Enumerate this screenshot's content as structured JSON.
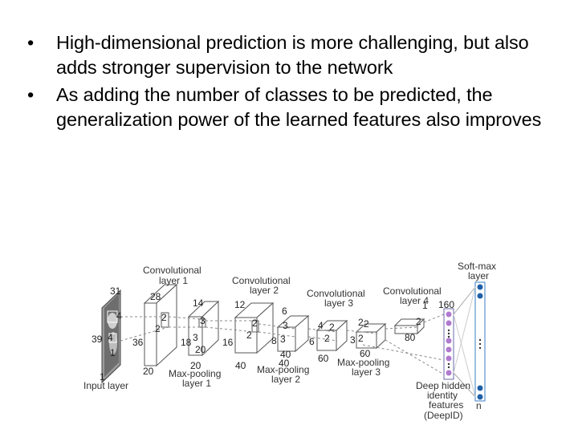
{
  "slide": {
    "bullet_glyph": "•",
    "bullets": [
      "High-dimensional prediction is more challenging, but also adds stronger supervision to the network",
      "As adding the number of classes to be predicted, the generalization power of the learned features also improves"
    ]
  },
  "diagram": {
    "labels": {
      "conv1": "Convolutional",
      "conv1b": "layer 1",
      "conv2": "Convolutional",
      "conv2b": "layer 2",
      "conv3": "Convolutional",
      "conv3b": "layer 3",
      "conv4": "Convolutional",
      "conv4b": "layer 4",
      "softmax": "Soft-max",
      "softmaxb": "layer",
      "mp1": "Max-pooling",
      "mp1b": "layer 1",
      "mp2": "Max-pooling",
      "mp2b": "layer 2",
      "mp3": "Max-pooling",
      "mp3b": "layer 3",
      "input": "Input layer",
      "deep1": "Deep hidden",
      "deep2": "identity",
      "deep3": "features",
      "deep4": "(DeepID)",
      "n": "n"
    },
    "numbers": {
      "in_top": "31",
      "in_left": "39",
      "in_4a": "4",
      "in_4b": "4",
      "in_1a": "1",
      "in_1b": "1",
      "c1_28": "28",
      "c1_36": "36",
      "c1_20": "20",
      "c1_2a": "2",
      "c1_2b": "2",
      "p1_14": "14",
      "p1_18": "18",
      "p1_20": "20",
      "p1_3a": "3",
      "p1_3b": "3",
      "p1_20b": "20",
      "c2_12": "12",
      "c2_16": "16",
      "c2_40": "40",
      "c2_2a": "2",
      "c2_2b": "2",
      "p2_6": "6",
      "p2_8": "8",
      "p2_40": "40",
      "p2_3a": "3",
      "p2_3b": "3",
      "p2_40b": "40",
      "c3_4": "4",
      "c3_6": "6",
      "c3_60": "60",
      "c3_2a": "2",
      "c3_2b": "2",
      "p3_2": "2",
      "p3_3": "3",
      "p3_60": "60",
      "p3_2b": "2",
      "p3_2c": "2",
      "c4_1": "1",
      "c4_2": "2",
      "c4_80": "80",
      "c4_160": "160"
    }
  }
}
